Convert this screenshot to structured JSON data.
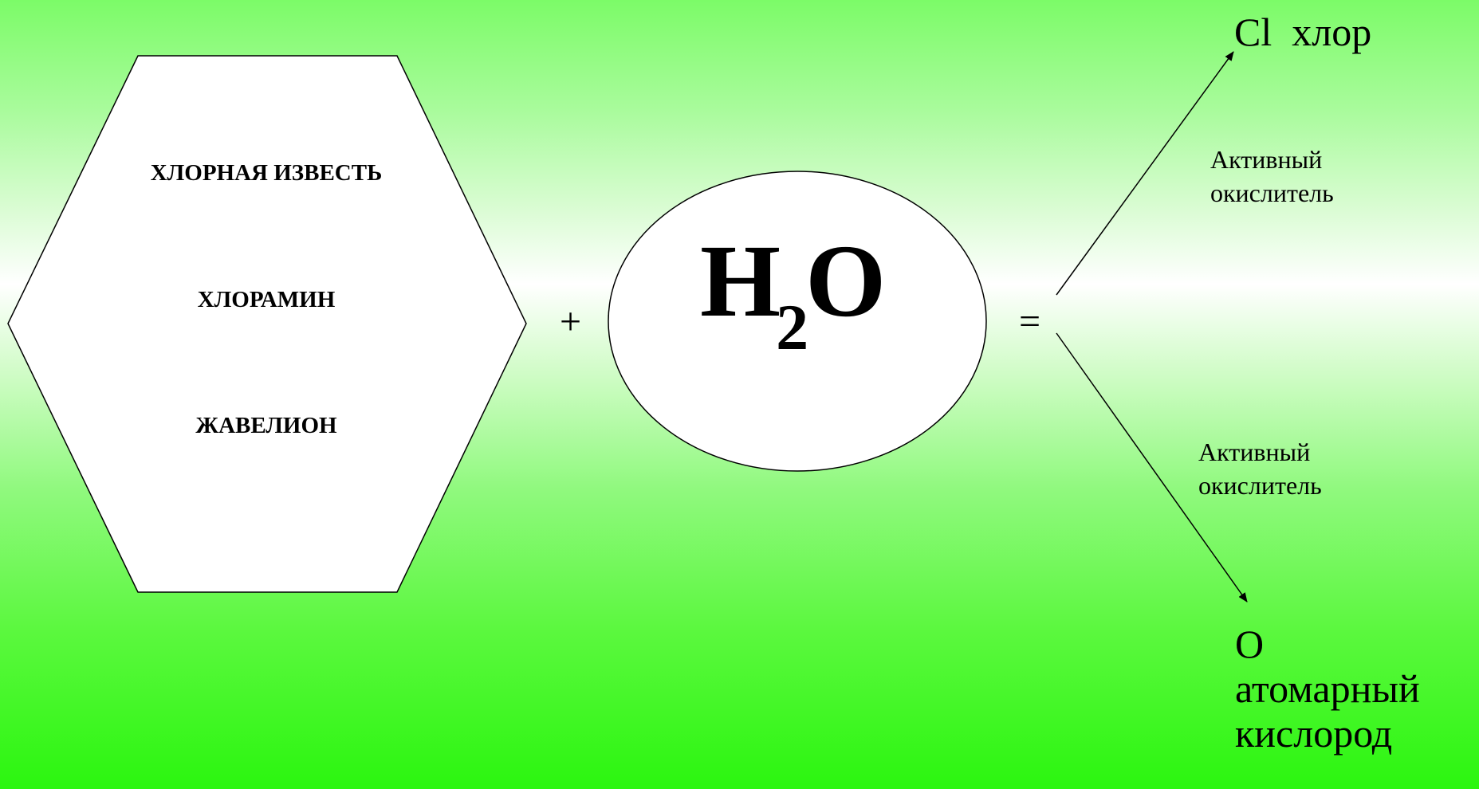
{
  "reagents": {
    "items": [
      {
        "label": "ХЛОРНАЯ ИЗВЕСТЬ"
      },
      {
        "label": "ХЛОРАМИН"
      },
      {
        "label": "ЖАВЕЛИОН"
      }
    ]
  },
  "operators": {
    "plus": "+",
    "equals": "="
  },
  "water": {
    "symbol_h": "H",
    "subscript": "2",
    "symbol_o": "O"
  },
  "products": {
    "chlorine": "Cl  хлор",
    "oxygen_line1": "O",
    "oxygen_line2": "атомарный",
    "oxygen_line3": "кислород"
  },
  "notes": {
    "upper_line1": "Активный",
    "upper_line2": "окислитель",
    "lower_line1": "Активный",
    "lower_line2": "окислитель"
  },
  "colors": {
    "shape_fill": "#ffffff",
    "stroke": "#000000"
  }
}
